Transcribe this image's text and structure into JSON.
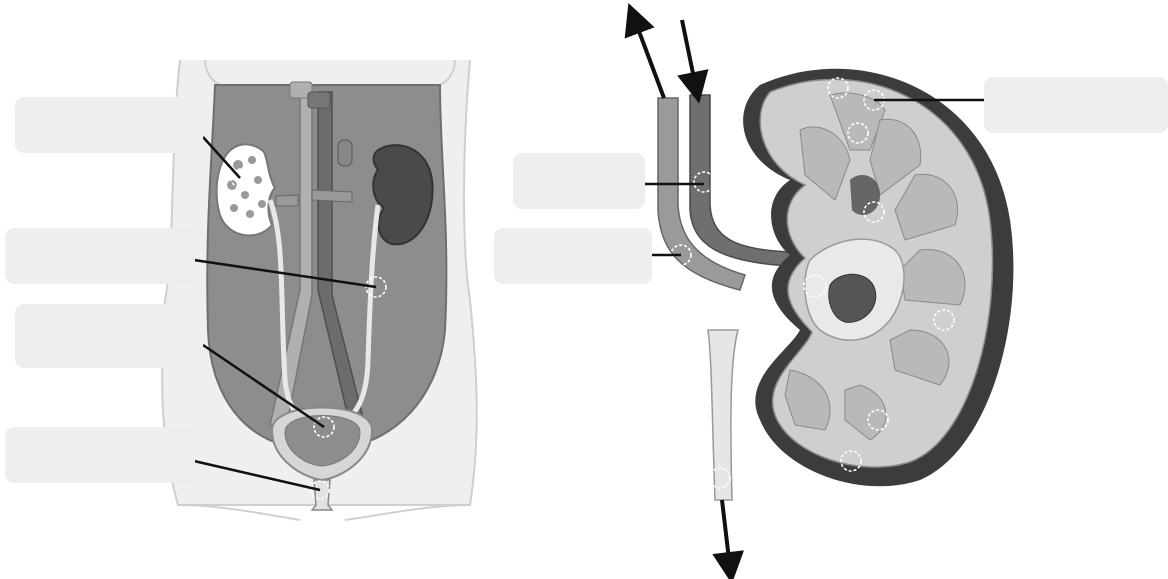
{
  "labels": [
    {
      "id": "label-1",
      "text": ""
    },
    {
      "id": "label-2",
      "text": ""
    },
    {
      "id": "label-3",
      "text": ""
    },
    {
      "id": "label-4",
      "text": ""
    },
    {
      "id": "label-5",
      "text": ""
    },
    {
      "id": "label-6",
      "text": ""
    },
    {
      "id": "label-7",
      "text": ""
    }
  ],
  "colors": {
    "label_background": "#eeeeee",
    "leader_line": "#111111",
    "hotspot_ring": "#ffffff",
    "organ_dark": "#5a5a5a",
    "organ_mid": "#8a8a8a",
    "organ_light": "#bdbdbd",
    "body_outline": "#cfcfcf"
  }
}
